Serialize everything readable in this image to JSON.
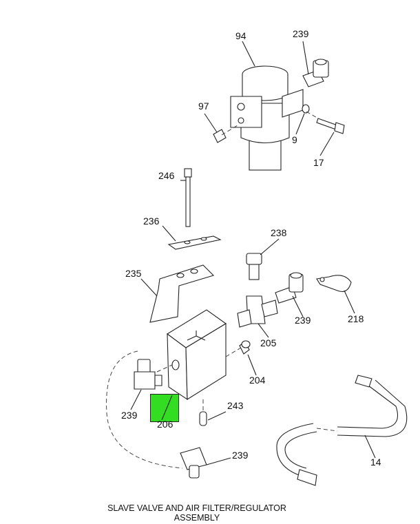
{
  "diagram": {
    "title_line1": "SLAVE VALVE AND AIR FILTER/REGULATOR",
    "title_line2": "ASSEMBLY",
    "highlight_color": "#33dd22",
    "callouts": {
      "c94": "94",
      "c239a": "239",
      "c97": "97",
      "c9": "9",
      "c17": "17",
      "c246": "246",
      "c236": "236",
      "c238": "238",
      "c235": "235",
      "c218": "218",
      "c239b": "239",
      "c205": "205",
      "c204": "204",
      "c239c": "239",
      "c206": "206",
      "c243": "243",
      "c239d": "239",
      "c14": "14"
    }
  }
}
